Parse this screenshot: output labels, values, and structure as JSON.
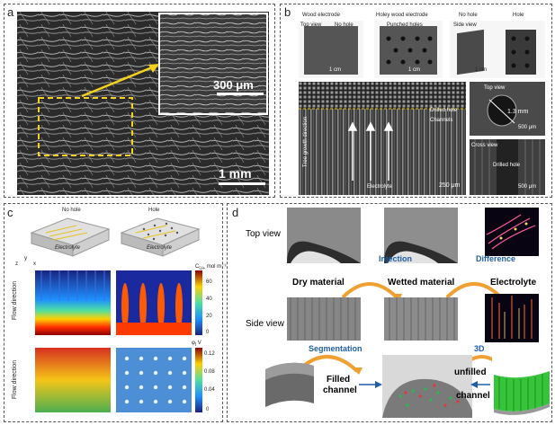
{
  "panel_a": {
    "label": "a",
    "scale_main": "1 mm",
    "scale_inset": "300 μm"
  },
  "panel_b": {
    "label": "b",
    "photo_titles": [
      "Wood electrode",
      "Holey wood electrode",
      "No hole",
      "Hole"
    ],
    "photo_tags": [
      "Top view",
      "No hole",
      "Punched holes",
      "Side view"
    ],
    "photo_scales": [
      "1 cm",
      "1 cm",
      "1 cm"
    ],
    "sem_labels": {
      "growth": "Tree growth direction",
      "electrolyte": "Electrolyte",
      "channels": "Channels",
      "drilled_hole": "Drilled hole",
      "scale_left": "250 μm",
      "top_view": "Top view",
      "diameter": "1.3 mm",
      "scale_top": "500 μm",
      "cross_view": "Cross view",
      "drilled": "Drilled hole",
      "scale_cross": "500 μm"
    }
  },
  "panel_c": {
    "label": "c",
    "titles": [
      "No hole",
      "Hole"
    ],
    "electrolyte": "Electrolyte",
    "flow_direction": "Flow direction",
    "cbar1": {
      "unit": "C",
      "sub": "Li+",
      "units": "mol m⁻³",
      "ticks": [
        "60",
        "40",
        "20",
        "0"
      ]
    },
    "cbar2": {
      "unit": "φ",
      "sub": "l",
      "units": "V",
      "ticks": [
        "0.12",
        "0.08",
        "0.04",
        "0"
      ]
    },
    "axes": [
      "y",
      "z",
      "x"
    ]
  },
  "panel_d": {
    "label": "d",
    "row_top": "Top view",
    "row_side": "Side view",
    "dry": "Dry material",
    "wetted": "Wetted material",
    "electrolyte": "Electrolyte",
    "injection": "Injection",
    "difference": "Difference",
    "segmentation": "Segmentation",
    "three_d": "3D",
    "filled": [
      "Filled",
      "channel"
    ],
    "unfilled": [
      "unfilled",
      "channel"
    ]
  },
  "colors": {
    "yellow": "#f5d21e",
    "orange_arrow": "#f0a030",
    "blue_text": "#1f5fa8",
    "green": "#35c43a"
  }
}
